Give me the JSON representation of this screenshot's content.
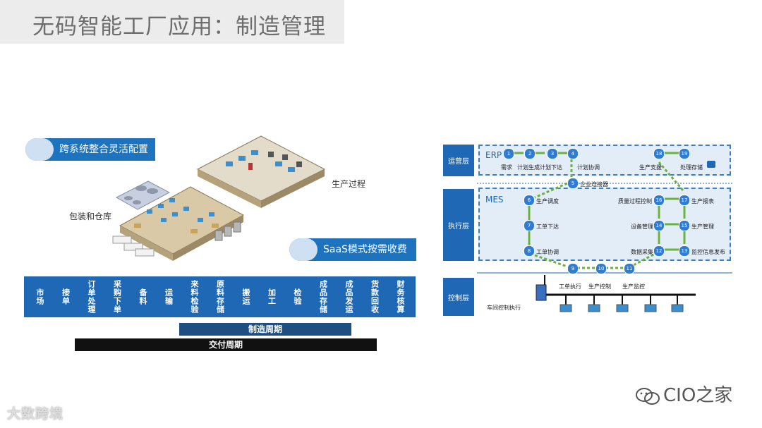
{
  "title": "无码智能工厂应用：制造管理",
  "left": {
    "pill_top": "跨系统整合灵活配置",
    "pill_bottom": "SaaS模式按需收费",
    "label_packaging": "包装和仓库",
    "label_production": "生产过程",
    "process_steps": [
      "市场",
      "接单",
      "订单处理",
      "采购下单",
      "备料",
      "运输",
      "来料检验",
      "原料存储",
      "搬运",
      "加工",
      "检验",
      "成品存储",
      "成品发运",
      "货款回收",
      "财务核算"
    ],
    "manufacturing_cycle": "制造周期",
    "delivery_cycle": "交付周期"
  },
  "right": {
    "layers": {
      "operation": "运营层",
      "execution": "执行层",
      "control": "控制层"
    },
    "erp_title": "ERP",
    "mes_title": "MES",
    "erp_labels": {
      "demand": "需求",
      "plan_gen": "计划生成",
      "plan_issue": "计划下达",
      "plan_coord": "计划协调",
      "prod_support": "生产支援",
      "process_store": "处理存储"
    },
    "bus_label": "企业连接器",
    "mes_labels": {
      "prod_schedule": "生产调度",
      "work_order": "工单下达",
      "work_coord": "工单协调",
      "quality": "质量过程控制",
      "prod_report": "生产报表",
      "equipment": "设备管理",
      "prod_manage": "生产管理",
      "data_collect": "数据采集",
      "monitor_publish": "监控信息发布"
    },
    "control_labels": {
      "work_exec": "工单执行",
      "prod_control": "生产控制",
      "prod_monitor": "生产监控",
      "workshop": "车间控制执行"
    },
    "nodes": [
      "1",
      "2",
      "3",
      "4",
      "5",
      "6",
      "7",
      "8",
      "9",
      "10",
      "11",
      "12",
      "13",
      "14",
      "15",
      "16",
      "17",
      "18",
      "19"
    ]
  },
  "brand_left": "大数跨境",
  "brand_right": "CIO之家",
  "colors": {
    "primary": "#1f68b5",
    "dark": "#1a1a1a",
    "navy": "#1e4f80",
    "green": "#6bb33b"
  }
}
